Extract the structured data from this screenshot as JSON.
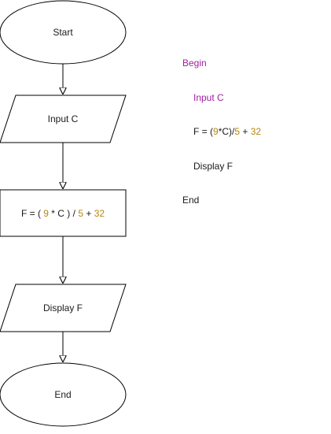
{
  "colors": {
    "keyword": "#a020a0",
    "number": "#b8860b",
    "text": "#1a1a1a",
    "stroke": "#000000"
  },
  "flowchart": {
    "start_label": "Start",
    "input_label": "Input C",
    "process": {
      "prefix": "F = ( ",
      "num1": "9",
      "mid1": " * C ) / ",
      "num2": "5",
      "mid2": " + ",
      "num3": "32"
    },
    "output_label": "Display F",
    "end_label": "End"
  },
  "pseudocode": {
    "begin": "Begin",
    "input_keyword": "Input",
    "input_var": " C",
    "assign_prefix": "F = (",
    "assign_num1": "9",
    "assign_mid": "*C)/",
    "assign_num2": "5",
    "assign_plus": " + ",
    "assign_num3": "32",
    "display": "Display F",
    "end": "End"
  }
}
